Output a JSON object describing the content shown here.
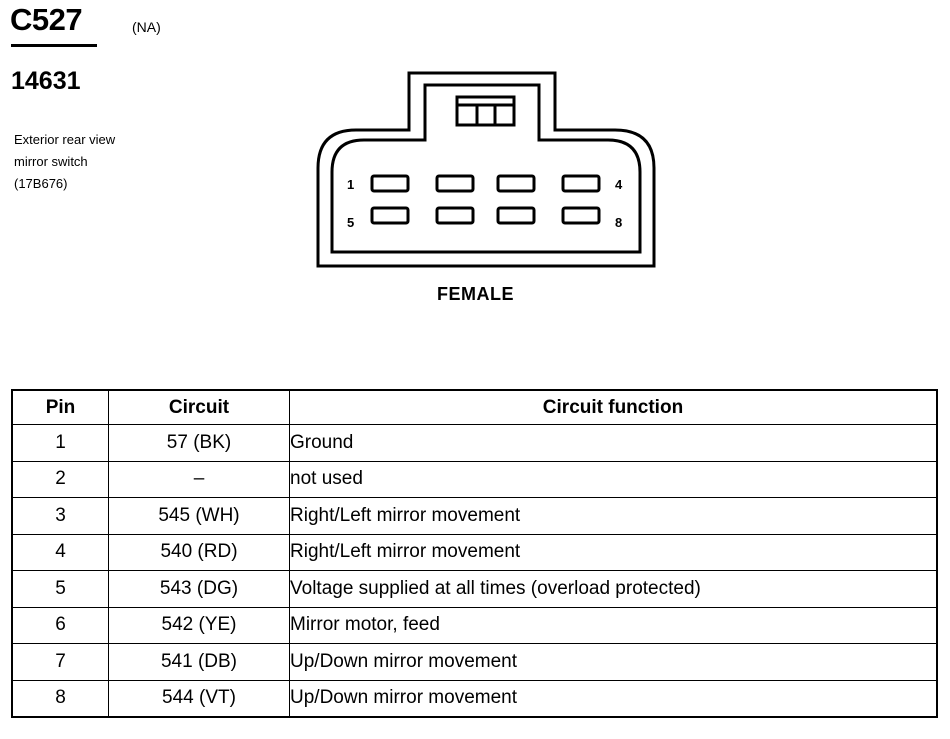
{
  "header": {
    "connector_id": "C527",
    "region": "(NA)",
    "part_number": "14631",
    "description_lines": [
      "Exterior rear view",
      "mirror switch",
      "(17B676)"
    ]
  },
  "connector": {
    "pin_labels": {
      "top_left": "1",
      "top_right": "4",
      "bottom_left": "5",
      "bottom_right": "8"
    },
    "gender": "FEMALE"
  },
  "table": {
    "headers": {
      "pin": "Pin",
      "circuit": "Circuit",
      "function": "Circuit function"
    },
    "rows": [
      {
        "pin": "1",
        "circuit": "57 (BK)",
        "function": "Ground"
      },
      {
        "pin": "2",
        "circuit": "–",
        "function": "not used"
      },
      {
        "pin": "3",
        "circuit": "545 (WH)",
        "function": "Right/Left mirror movement"
      },
      {
        "pin": "4",
        "circuit": "540 (RD)",
        "function": "Right/Left mirror movement"
      },
      {
        "pin": "5",
        "circuit": "543 (DG)",
        "function": "Voltage supplied at all times (overload protected)"
      },
      {
        "pin": "6",
        "circuit": "542 (YE)",
        "function": "Mirror motor, feed"
      },
      {
        "pin": "7",
        "circuit": "541 (DB)",
        "function": "Up/Down mirror movement"
      },
      {
        "pin": "8",
        "circuit": "544 (VT)",
        "function": "Up/Down mirror movement"
      }
    ]
  }
}
